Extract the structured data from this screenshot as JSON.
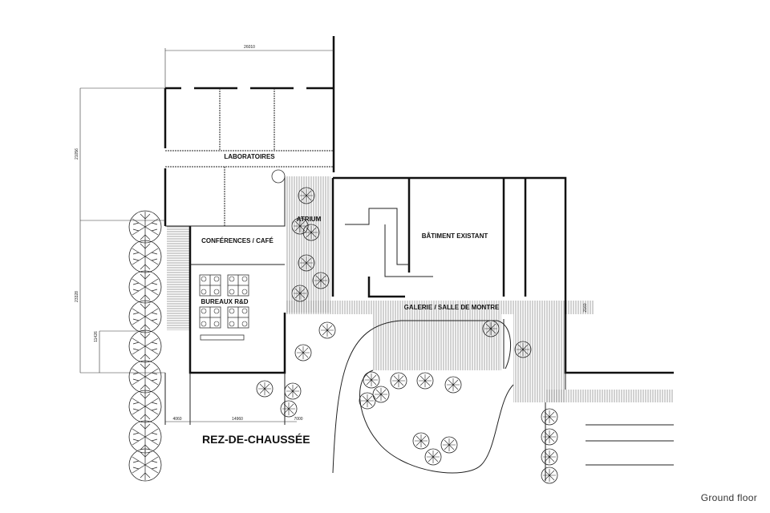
{
  "plan": {
    "title": "REZ-DE-CHAUSSÉE",
    "rooms": {
      "laboratoires": "LABORATOIRES",
      "conferences": "CONFÉRENCES / CAFÉ",
      "bureaux": "BUREAUX R&D",
      "atrium": "ATRIUM",
      "batiment": "BÂTIMENT EXISTANT",
      "galerie": "GALERIE / SALLE DE MONTRE"
    },
    "dimensions": {
      "top_width": "26010",
      "left_height_lab": "21056",
      "left_height_main": "23328",
      "left_height_inner": "11426",
      "bottom_left": "4060",
      "bottom_mid": "14960",
      "bottom_right": "7000",
      "galerie_width": "2160"
    }
  },
  "caption": "Ground floor"
}
